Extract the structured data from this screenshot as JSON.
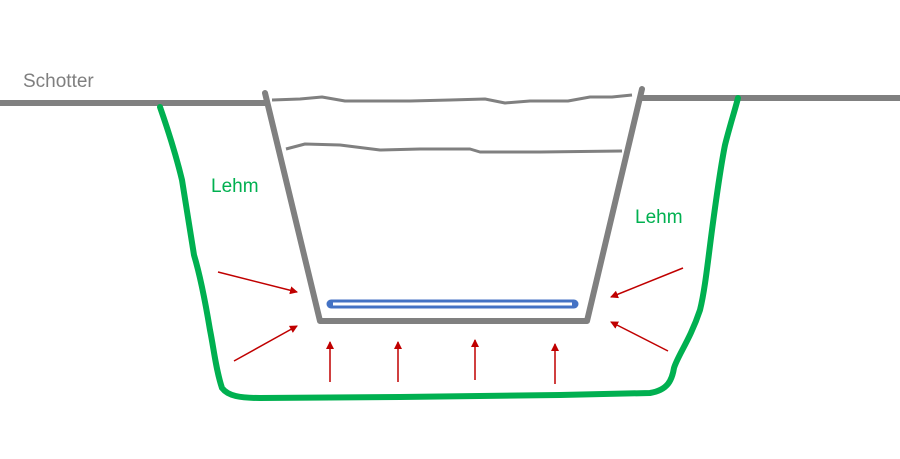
{
  "labels": {
    "ground": "Schotter",
    "clay_left": "Lehm",
    "clay_right": "Lehm"
  },
  "colors": {
    "ground_line": "#808080",
    "ground_label": "#7f7f7f",
    "clay_outline": "#00b050",
    "clay_label": "#00b050",
    "pressure_arrows": "#c00000",
    "container": "#808080",
    "pipe_outline": "#4472c4"
  }
}
